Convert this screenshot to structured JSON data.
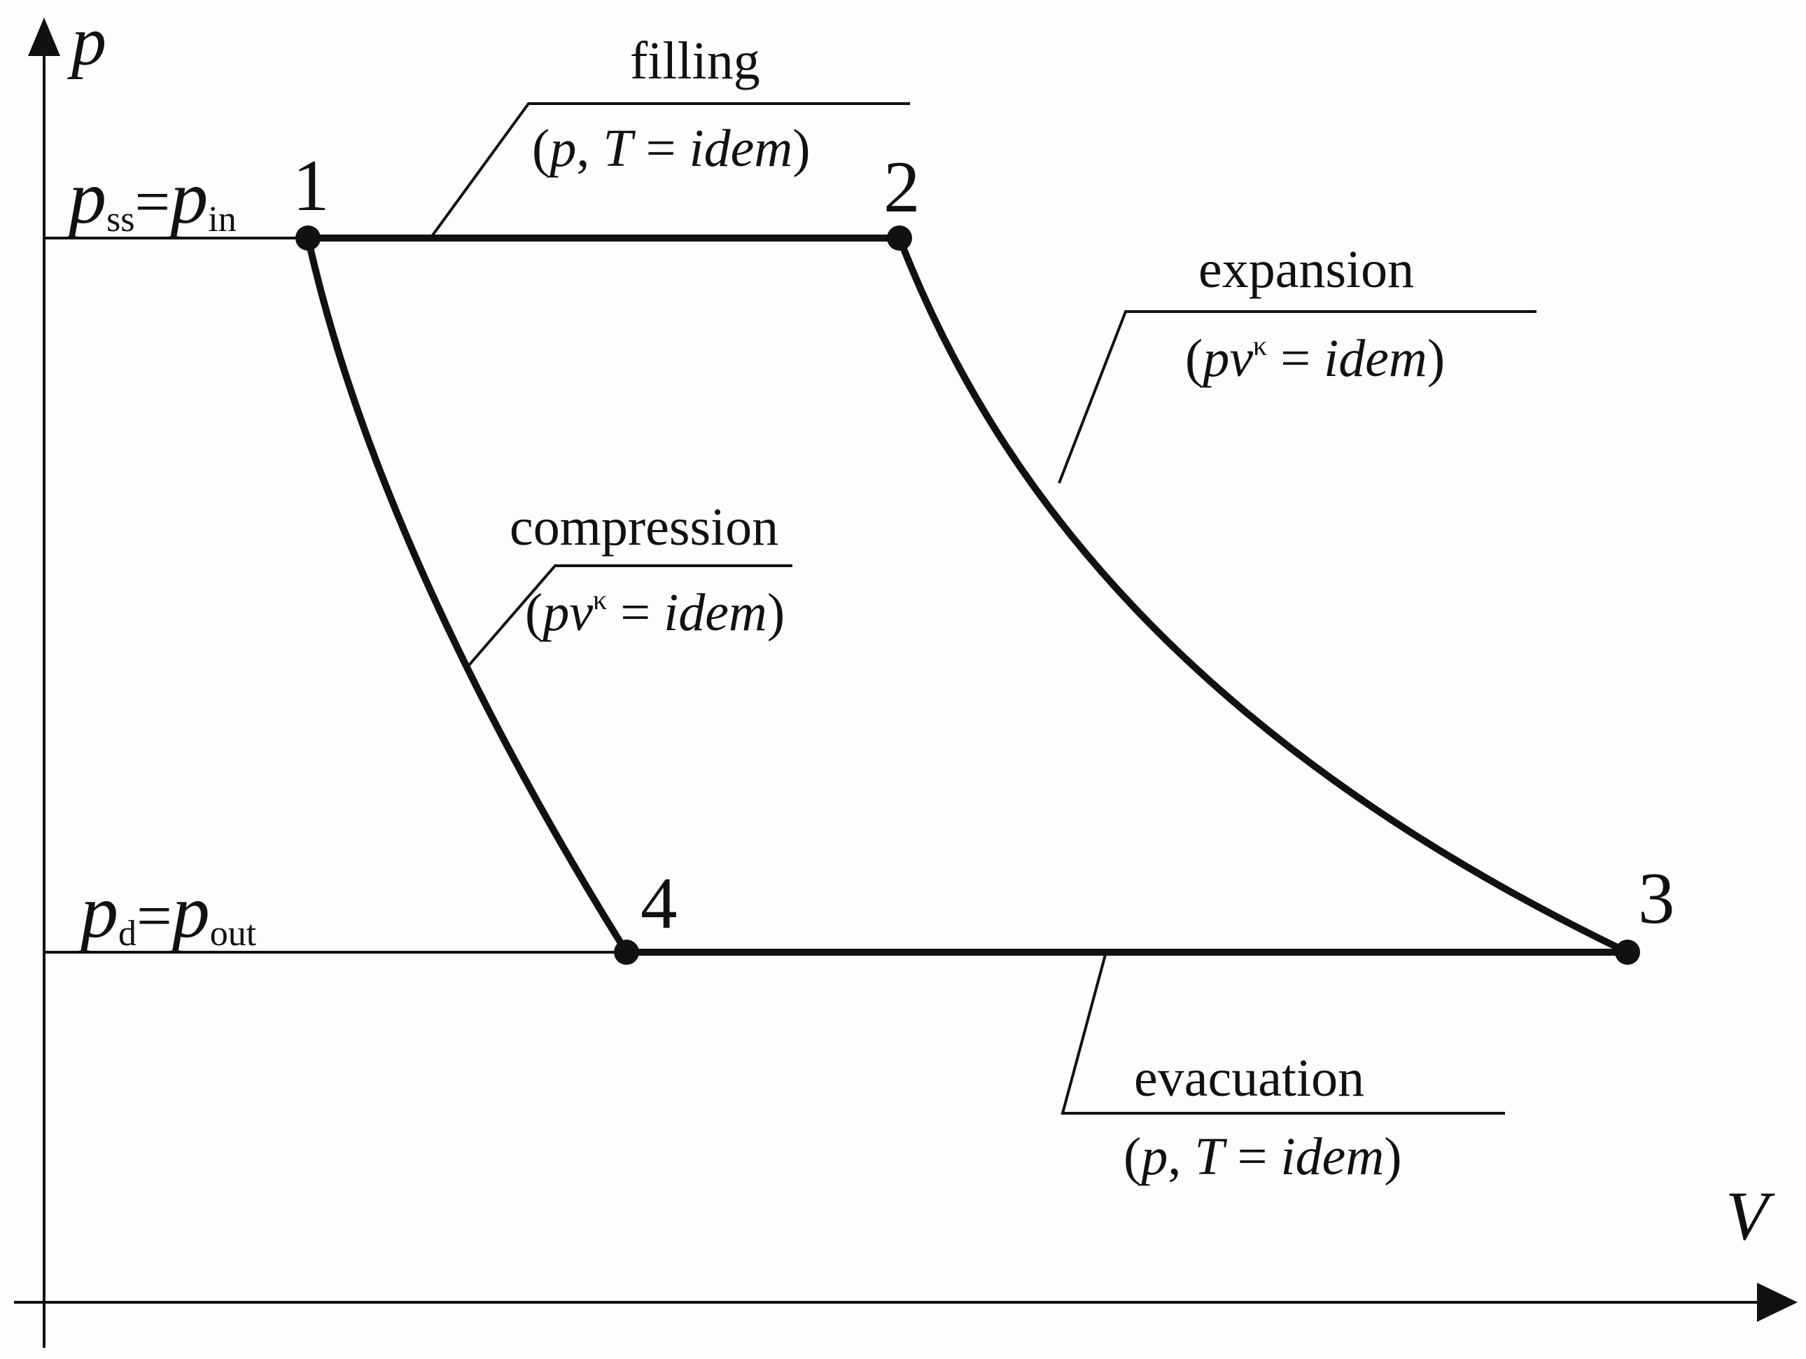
{
  "axes": {
    "y_label": "p",
    "x_label": "V"
  },
  "pressure_levels": {
    "upper": {
      "sym1": "p",
      "sub1": "ss",
      "eq": "=",
      "sym2": "p",
      "sub2": "in"
    },
    "lower": {
      "sym1": "p",
      "sub1": "d",
      "eq": "=",
      "sym2": "p",
      "sub2": "out"
    }
  },
  "points": [
    "1",
    "2",
    "3",
    "4"
  ],
  "processes": {
    "filling": {
      "name": "filling",
      "open": "(",
      "var1": "p",
      "sep": ", ",
      "var2": "T",
      "eq": " = ",
      "word": "idem",
      "close": ")"
    },
    "expansion": {
      "name": "expansion",
      "open": "(",
      "var": "pv",
      "sup": "κ",
      "eq": " = ",
      "word": "idem",
      "close": ")"
    },
    "compression": {
      "name": "compression",
      "open": "(",
      "var": "pv",
      "sup": "κ",
      "eq": " = ",
      "word": "idem",
      "close": ")"
    },
    "evacuation": {
      "name": "evacuation",
      "open": "(",
      "var1": "p",
      "sep": ", ",
      "var2": "T",
      "eq": " = ",
      "word": "idem",
      "close": ")"
    }
  }
}
